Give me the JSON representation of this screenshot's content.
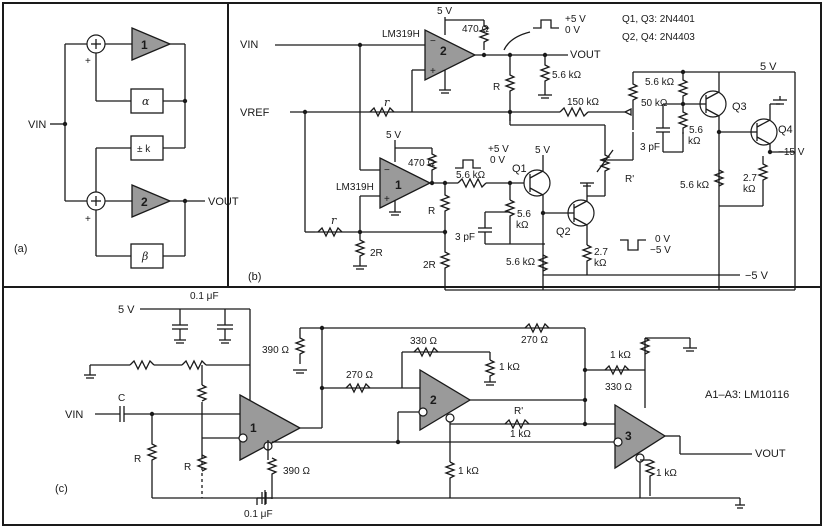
{
  "panel_a": {
    "panel_label": "(a)",
    "vin": "VIN",
    "vout": "VOUT",
    "amp1": "1",
    "amp2": "2",
    "alpha": "α",
    "k": "± k",
    "beta": "β",
    "plus": "+",
    "sum_symbol": "+"
  },
  "panel_b": {
    "panel_label": "(b)",
    "vin": "VIN",
    "vref": "VREF",
    "vout": "VOUT",
    "ic": "LM319H",
    "amp1": "1",
    "amp2": "2",
    "supply_5v": "5 V",
    "r470": "470 Ω",
    "r5k6": "5.6 kΩ",
    "r5k6_stack": [
      "5.6",
      "kΩ"
    ],
    "r2k7": [
      "2.7",
      "kΩ"
    ],
    "r150k": "150 kΩ",
    "pot50k": "50 kΩ",
    "cap3p": "3 pF",
    "r": "r",
    "R": "R",
    "r2R": "2R",
    "rprime": "R'",
    "pulse_levels": [
      "+5 V",
      "0 V"
    ],
    "neg_pulse_levels": [
      "0 V",
      "−5 V"
    ],
    "minus5": "−5 V",
    "minus15": "−15 V",
    "transistors": {
      "q1": "Q1",
      "q2": "Q2",
      "q3": "Q3",
      "q4": "Q4"
    },
    "parts_note": [
      "Q1, Q3: 2N4401",
      "Q2, Q4: 2N4403"
    ],
    "plus": "+",
    "minus": "−"
  },
  "panel_c": {
    "panel_label": "(c)",
    "vin": "VIN",
    "vout": "VOUT",
    "supply_5v": "5 V",
    "cap01": "0.1 μF",
    "C": "C",
    "R": "R",
    "r390": "390 Ω",
    "r270": "270 Ω",
    "r330": "330 Ω",
    "r1k": "1 kΩ",
    "rprime": "R'",
    "amp1": "1",
    "amp2": "2",
    "amp3": "3",
    "parts_note": "A1–A3: LM10116"
  }
}
